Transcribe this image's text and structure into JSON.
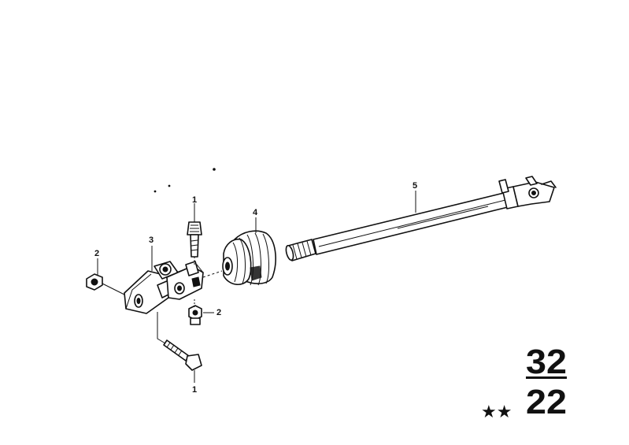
{
  "callouts": {
    "bolt_top": "1",
    "bolt_bottom": "1",
    "nut_left": "2",
    "nut_right": "2",
    "universal_joint": "3",
    "boot": "4",
    "shaft": "5"
  },
  "group": {
    "top": "32",
    "bottom": "22",
    "stars": "★★"
  }
}
